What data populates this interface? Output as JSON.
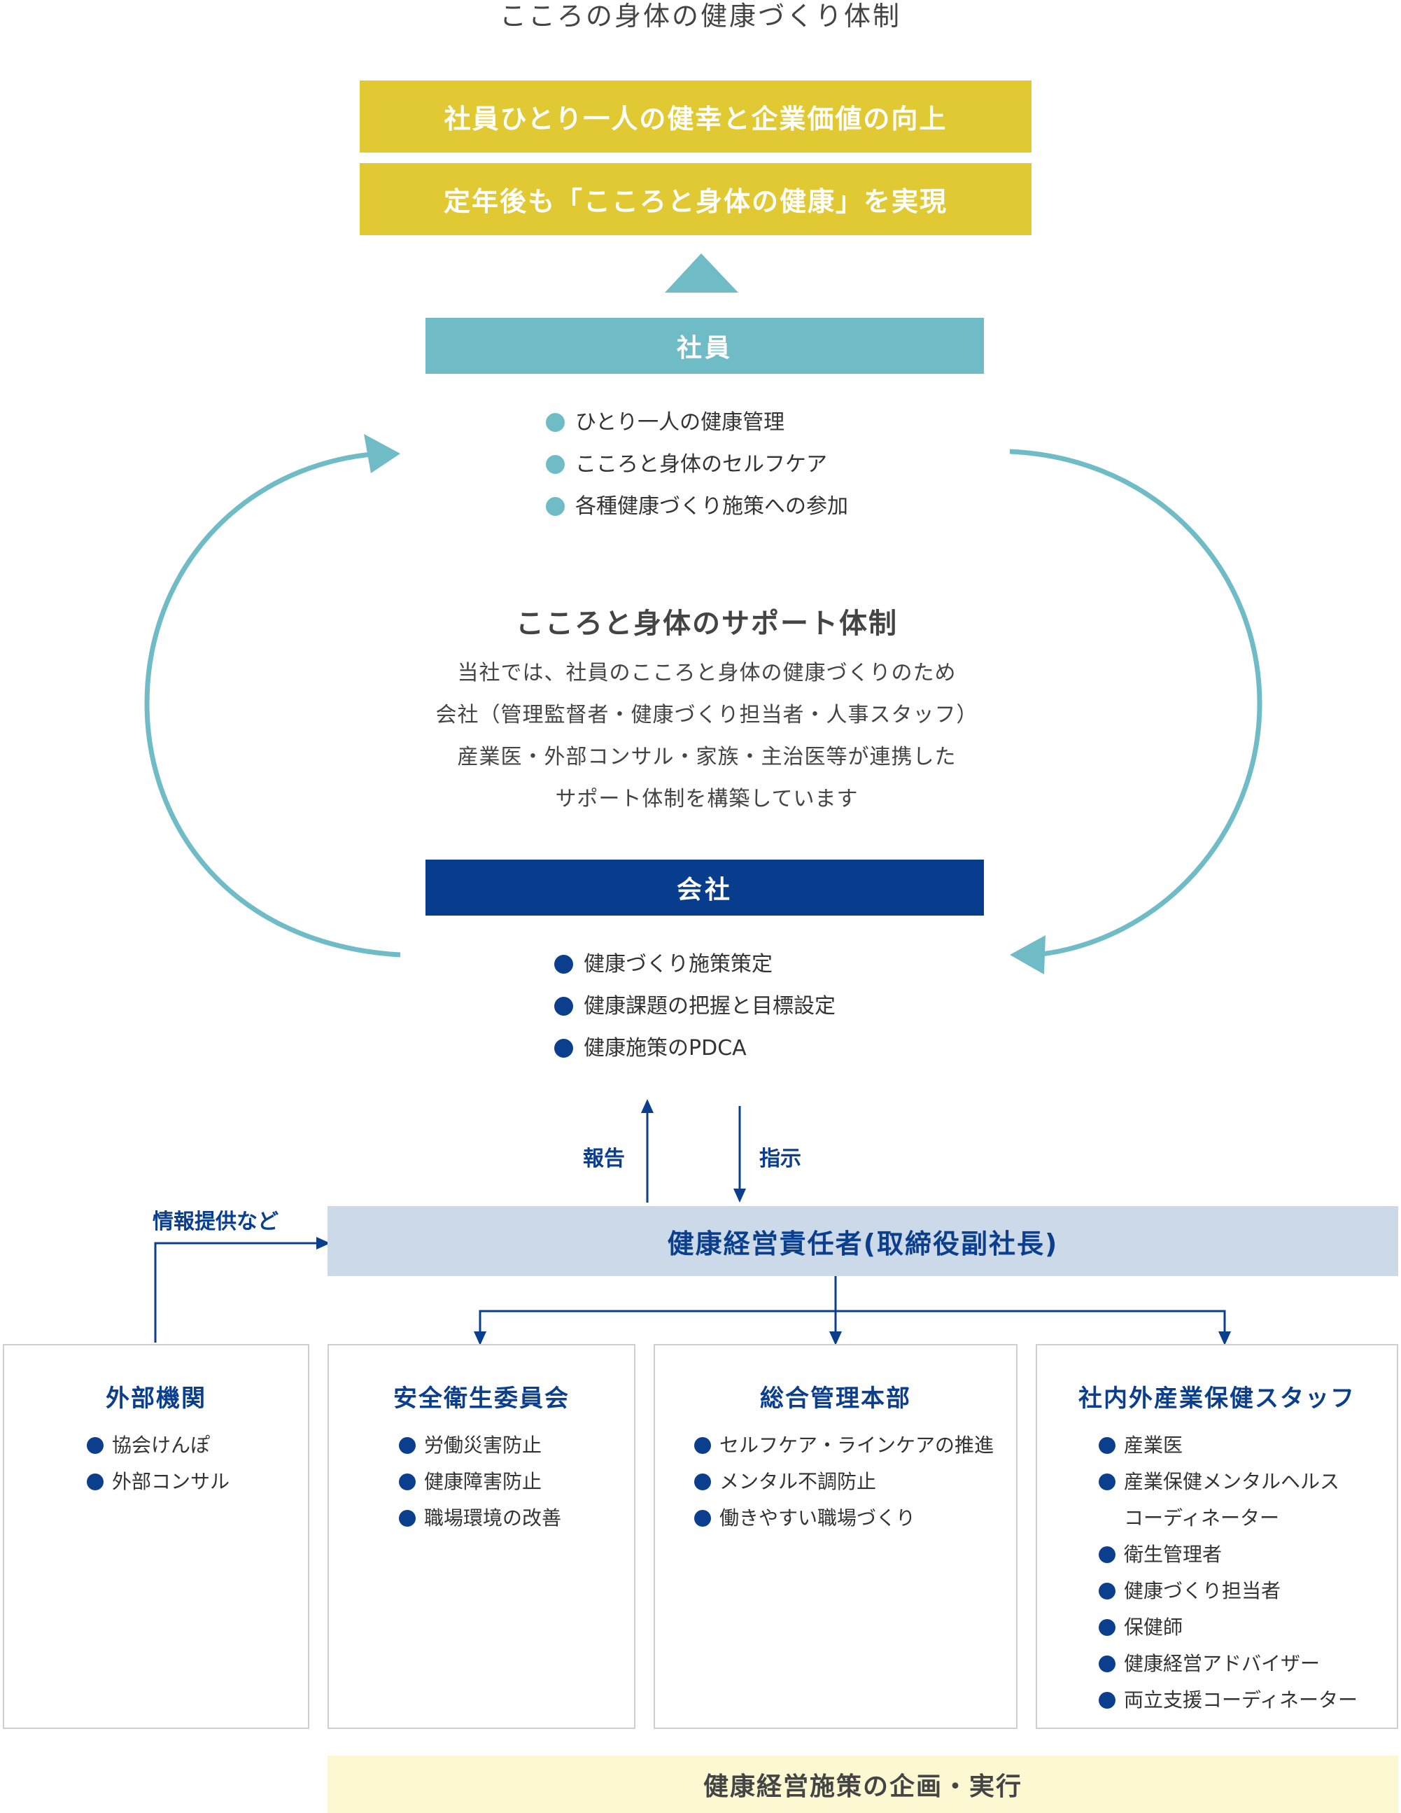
{
  "title": "こころの身体の健康づくり体制",
  "goals": [
    "社員ひとり一人の健幸と企業価値の向上",
    "定年後も「こころと身体の健康」を実現"
  ],
  "employee": {
    "label": "社員",
    "items": [
      "ひとり一人の健康管理",
      "こころと身体のセルフケア",
      "各種健康づくり施策への参加"
    ]
  },
  "support": {
    "title": "こころと身体のサポート体制",
    "lines": [
      "当社では、社員のこころと身体の健康づくりのため",
      "会社（管理監督者・健康づくり担当者・人事スタッフ）",
      "産業医・外部コンサル・家族・主治医等が連携した",
      "サポート体制を構築しています"
    ]
  },
  "company": {
    "label": "会社",
    "items": [
      "健康づくり施策策定",
      "健康課題の把握と目標設定",
      "健康施策のPDCA"
    ]
  },
  "arrow_labels": {
    "report": "報告",
    "instruct": "指示",
    "info": "情報提供など"
  },
  "officer": "健康経営責任者(取締役副社長)",
  "boxes": [
    {
      "title": "外部機関",
      "items": [
        "協会けんぽ",
        "外部コンサル"
      ]
    },
    {
      "title": "安全衛生委員会",
      "items": [
        "労働災害防止",
        "健康障害防止",
        "職場環境の改善"
      ]
    },
    {
      "title": "総合管理本部",
      "items": [
        "セルフケア・ラインケアの推進",
        "メンタル不調防止",
        "働きやすい職場づくり"
      ]
    },
    {
      "title": "社内外産業保健スタッフ",
      "items": [
        "産業医",
        "産業保健メンタルヘルス",
        "コーディネーター",
        "衛生管理者",
        "健康づくり担当者",
        "保健師",
        "健康経営アドバイザー",
        "両立支援コーディネーター"
      ]
    }
  ],
  "footer": "健康経営施策の企画・実行",
  "colors": {
    "gold": "#e1c934",
    "teal": "#6fbcc7",
    "navy": "#073d8c",
    "light_blue": "#cbd9e8",
    "cream": "#fbf8d2"
  }
}
